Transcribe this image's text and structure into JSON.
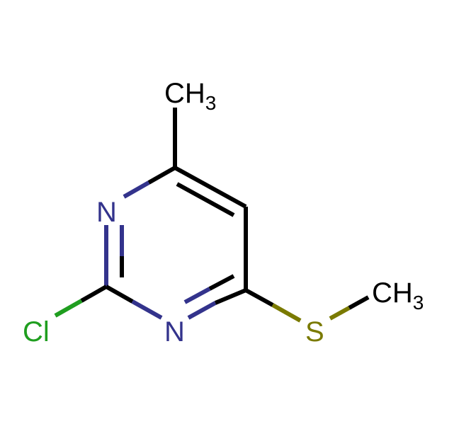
{
  "molecule": {
    "atoms": {
      "methyl_top": {
        "main": "CH",
        "sub": "3"
      },
      "n_upper": {
        "main": "N"
      },
      "n_lower": {
        "main": "N"
      },
      "chlorine": {
        "main": "Cl"
      },
      "sulfur": {
        "main": "S"
      },
      "methyl_right": {
        "main": "CH",
        "sub": "3"
      }
    },
    "colors": {
      "carbon": "#000000",
      "nitrogen": "#33338c",
      "chlorine": "#1f9e1f",
      "sulfur": "#7a7a00"
    }
  }
}
